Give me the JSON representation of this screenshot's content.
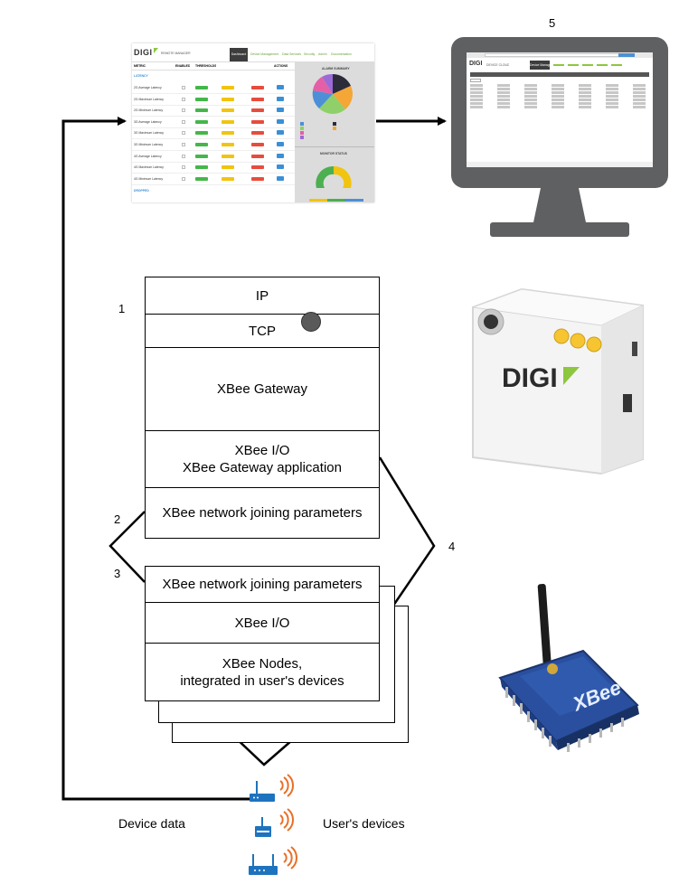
{
  "callouts": [
    "1",
    "2",
    "3",
    "4",
    "5"
  ],
  "gateway_stack": {
    "ip": "IP",
    "tcp": "TCP",
    "xbee_gateway": "XBee Gateway",
    "xbee_io_line1": "XBee I/O",
    "xbee_io_line2": "XBee Gateway application",
    "joining_params": "XBee network joining parameters"
  },
  "node_stack": {
    "joining_params": "XBee network joining parameters",
    "xbee_io": "XBee I/O",
    "nodes_line1": "XBee Nodes,",
    "nodes_line2": "integrated in user's devices"
  },
  "labels": {
    "device_data": "Device data",
    "users_devices": "User's devices"
  },
  "remote_manager": {
    "logo": "DIGI",
    "product": "REMOTE MANAGER",
    "tabs": [
      "Dashboard",
      "Device Management",
      "Data Services",
      "Security",
      "Admin",
      "Documentation"
    ],
    "columns": [
      "METRIC",
      "ENABLED",
      "THRESHOLDS",
      "ACTIONS"
    ],
    "group_latency": "LATENCY",
    "rows": [
      "2G Average Latency",
      "2G Maximum Latency",
      "2G Minimum Latency",
      "3G Average Latency",
      "3G Maximum Latency",
      "3G Minimum Latency",
      "4G Average Latency",
      "4G Maximum Latency",
      "4G Minimum Latency"
    ],
    "group_dropped": "DROPPED",
    "alarm_summary": "ALARM SUMMARY",
    "monitor_status": "MONITOR STATUS"
  },
  "device_cloud": {
    "logo": "DIGI",
    "product": "DEVICE CLOUD",
    "tab_active": "Device Management"
  },
  "digi_device": {
    "logo": "DIGI"
  },
  "xbee_module": {
    "brand": "XBee"
  },
  "colors": {
    "line": "#000000",
    "digi_green": "#8dc63f",
    "router_blue": "#1e73be",
    "signal_orange": "#e8702a",
    "monitor_gray": "#5f6062",
    "xbee_blue": "#2a4f9e"
  }
}
